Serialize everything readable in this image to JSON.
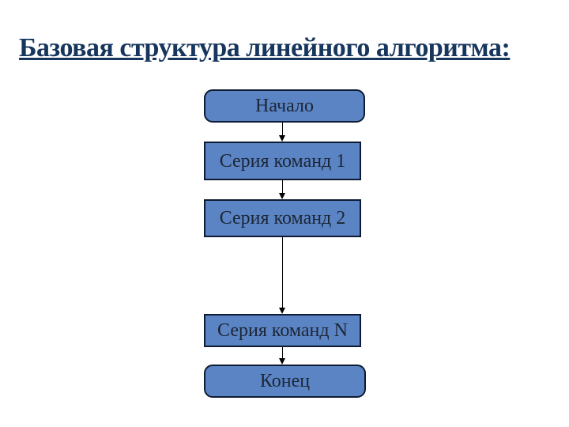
{
  "slide": {
    "title": "Базовая структура линейного алгоритма:"
  },
  "flowchart": {
    "type": "linear-algorithm-flowchart",
    "nodes": [
      {
        "id": "start",
        "label": "Начало",
        "shape": "rounded"
      },
      {
        "id": "step-1",
        "label": "Серия команд 1",
        "shape": "rect"
      },
      {
        "id": "step-2",
        "label": "Серия команд 2",
        "shape": "rect"
      },
      {
        "id": "step-n",
        "label": "Серия команд N",
        "shape": "rect"
      },
      {
        "id": "end",
        "label": "Конец",
        "shape": "rounded"
      }
    ],
    "edges": [
      {
        "from": "start",
        "to": "step-1"
      },
      {
        "from": "step-1",
        "to": "step-2"
      },
      {
        "from": "step-2",
        "to": "step-n"
      },
      {
        "from": "step-n",
        "to": "end"
      }
    ],
    "colors": {
      "node_fill": "#5b84c4",
      "node_border": "#0e1b33",
      "node_text": "#1c2636",
      "title_text": "#17365d",
      "arrow": "#000000"
    }
  }
}
